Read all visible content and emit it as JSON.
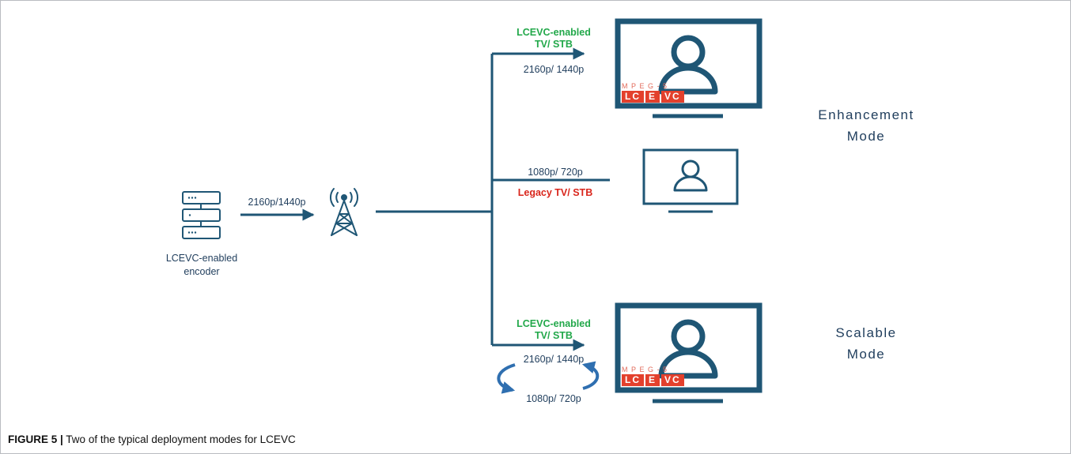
{
  "encoder": {
    "label_line1": "LCEVC-enabled",
    "label_line2": "encoder"
  },
  "link": {
    "encoder_to_tower": "2160p/1440p"
  },
  "branches": {
    "top": {
      "title_line1": "LCEVC-enabled",
      "title_line2": "TV/ STB",
      "resolution": "2160p/ 1440p"
    },
    "middle": {
      "resolution": "1080p/ 720p",
      "title": "Legacy TV/ STB"
    },
    "bottom": {
      "title_line1": "LCEVC-enabled",
      "title_line2": "TV/ STB",
      "resolution_high": "2160p/ 1440p",
      "resolution_low": "1080p/ 720p"
    }
  },
  "badge": {
    "mpeg": "MPEG-5",
    "lc": "LC",
    "e": "E",
    "vc": "VC"
  },
  "modes": {
    "enhancement_line1": "Enhancement",
    "enhancement_line2": "Mode",
    "scalable_line1": "Scalable",
    "scalable_line2": "Mode"
  },
  "caption": {
    "prefix": "FIGURE 5 |",
    "text": " Two of the typical deployment modes for LCEVC"
  },
  "colors": {
    "line": "#1f5675",
    "dark_text": "#1f3d5c",
    "green": "#22a84a",
    "red": "#d9261c",
    "badge": "#e3402c",
    "arc_arrow": "#2f6fb0"
  }
}
